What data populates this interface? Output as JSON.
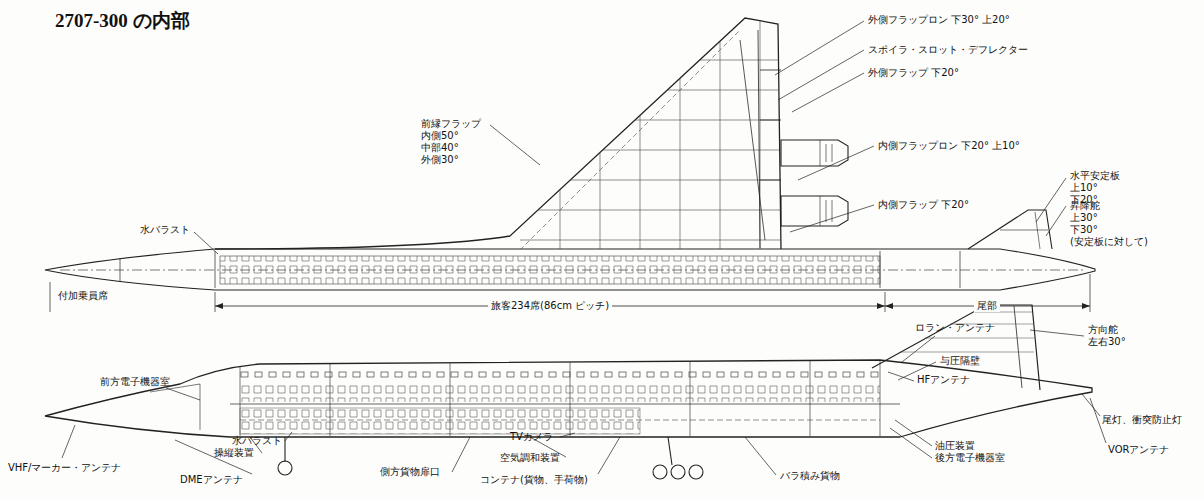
{
  "diagram": {
    "title": "2707-300 の内部",
    "labels": [
      "外側フラップロン 下30° 上20°",
      "スポイラ・スロット・デフレクター",
      "外側フラップ 下20°",
      "前縁フラップ 内側50° 中部40° 外側30°",
      "内側フラップロン 下20° 上10°",
      "内側フラップ 下20°",
      "水平安定板 上10° 下20°",
      "昇降舵 上30° 下30° (安定板に対して)",
      "水バラスト",
      "付加乗員席",
      "旅客234席(86cm ピッチ)",
      "尾部",
      "ロラン・アンテナ",
      "方向舵 左右30°",
      "与圧隔壁",
      "HFアンテナ",
      "前方電子機器室",
      "尾灯、衝突防止灯",
      "VORアンテナ",
      "油圧装置",
      "後方電子機器室",
      "バラ積み貨物",
      "VHF/マーカー・アンテナ",
      "DMEアンテナ",
      "操縦装置",
      "水バラスト",
      "TVカメラ",
      "空気調和装置",
      "コンテナ(貨物、手荷物)",
      "側方貨物扉口"
    ]
  }
}
